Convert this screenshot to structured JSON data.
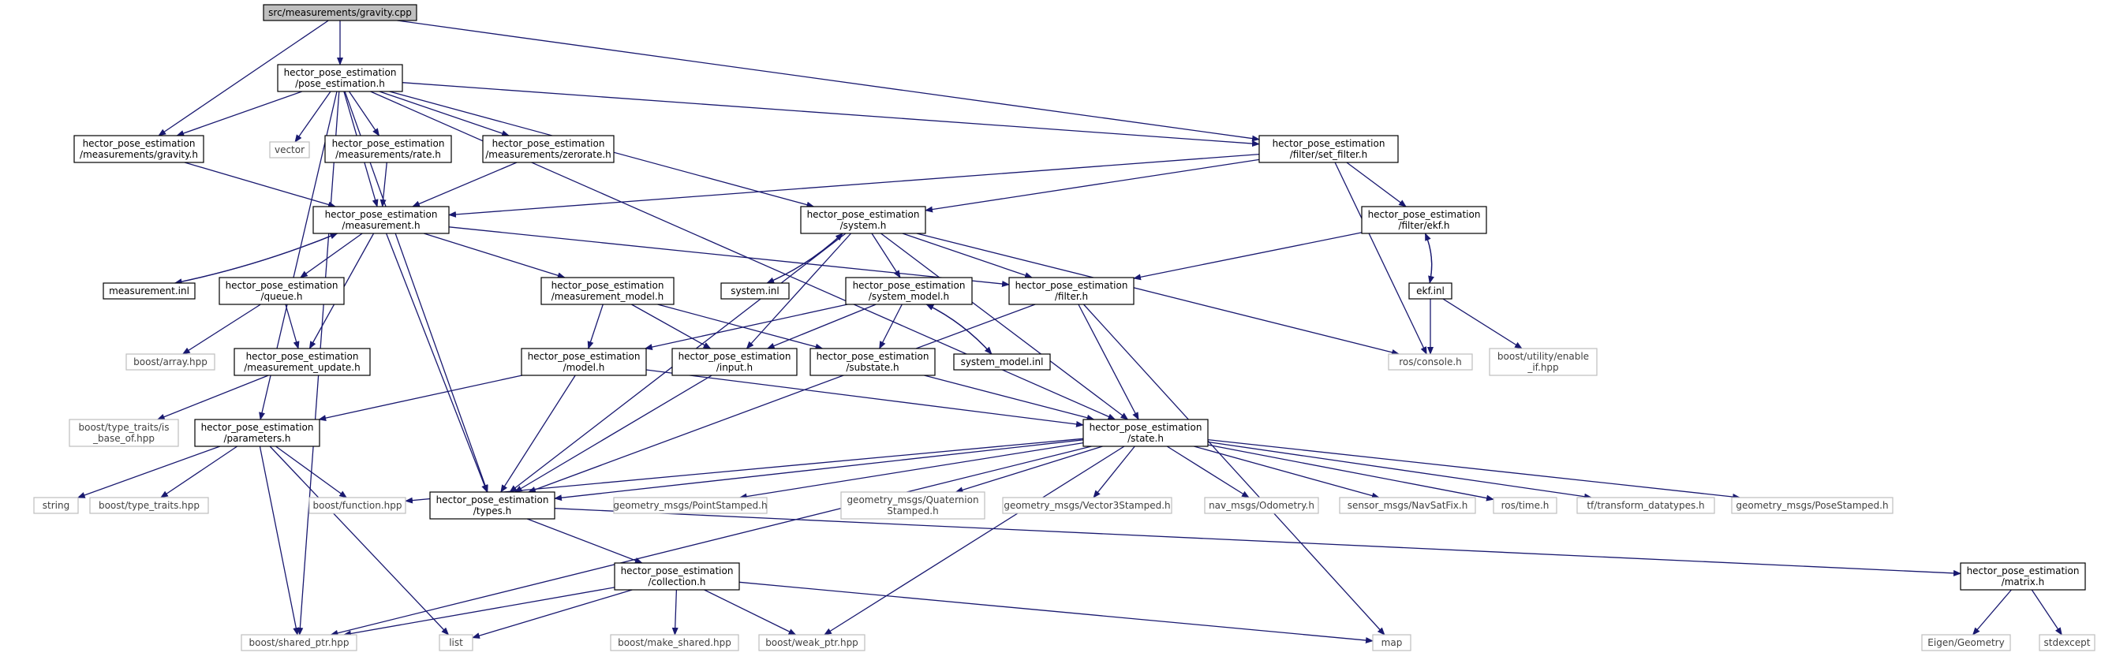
{
  "colors": {
    "edge": "#191970",
    "box_border": "#000000",
    "root_fill": "#bfbfbf",
    "ext_border": "#bfbfbf",
    "ext_text": "#404040",
    "text": "#000000"
  },
  "nodes": {
    "root": {
      "lines": [
        "src/measurements/gravity.cpp"
      ],
      "kind": "root"
    },
    "pose_estimation_h": {
      "lines": [
        "hector_pose_estimation",
        "/pose_estimation.h"
      ],
      "kind": "file"
    },
    "gravity_h": {
      "lines": [
        "hector_pose_estimation",
        "/measurements/gravity.h"
      ],
      "kind": "file"
    },
    "vector": {
      "lines": [
        "vector"
      ],
      "kind": "ext"
    },
    "rate_h": {
      "lines": [
        "hector_pose_estimation",
        "/measurements/rate.h"
      ],
      "kind": "file"
    },
    "zerorate_h": {
      "lines": [
        "hector_pose_estimation",
        "/measurements/zerorate.h"
      ],
      "kind": "file"
    },
    "set_filter_h": {
      "lines": [
        "hector_pose_estimation",
        "/filter/set_filter.h"
      ],
      "kind": "file"
    },
    "measurement_h": {
      "lines": [
        "hector_pose_estimation",
        "/measurement.h"
      ],
      "kind": "file"
    },
    "system_h": {
      "lines": [
        "hector_pose_estimation",
        "/system.h"
      ],
      "kind": "file"
    },
    "ekf_h": {
      "lines": [
        "hector_pose_estimation",
        "/filter/ekf.h"
      ],
      "kind": "file"
    },
    "measurement_inl": {
      "lines": [
        "measurement.inl"
      ],
      "kind": "file"
    },
    "queue_h": {
      "lines": [
        "hector_pose_estimation",
        "/queue.h"
      ],
      "kind": "file"
    },
    "measurement_model_h": {
      "lines": [
        "hector_pose_estimation",
        "/measurement_model.h"
      ],
      "kind": "file"
    },
    "system_inl": {
      "lines": [
        "system.inl"
      ],
      "kind": "file"
    },
    "system_model_h": {
      "lines": [
        "hector_pose_estimation",
        "/system_model.h"
      ],
      "kind": "file"
    },
    "filter_h": {
      "lines": [
        "hector_pose_estimation",
        "/filter.h"
      ],
      "kind": "file"
    },
    "ekf_inl": {
      "lines": [
        "ekf.inl"
      ],
      "kind": "file"
    },
    "boost_array": {
      "lines": [
        "boost/array.hpp"
      ],
      "kind": "ext"
    },
    "measurement_update_h": {
      "lines": [
        "hector_pose_estimation",
        "/measurement_update.h"
      ],
      "kind": "file"
    },
    "model_h": {
      "lines": [
        "hector_pose_estimation",
        "/model.h"
      ],
      "kind": "file"
    },
    "input_h": {
      "lines": [
        "hector_pose_estimation",
        "/input.h"
      ],
      "kind": "file"
    },
    "substate_h": {
      "lines": [
        "hector_pose_estimation",
        "/substate.h"
      ],
      "kind": "file"
    },
    "system_model_inl": {
      "lines": [
        "system_model.inl"
      ],
      "kind": "file"
    },
    "ros_console": {
      "lines": [
        "ros/console.h"
      ],
      "kind": "ext"
    },
    "enable_if": {
      "lines": [
        "boost/utility/enable",
        "_if.hpp"
      ],
      "kind": "ext"
    },
    "is_base_of": {
      "lines": [
        "boost/type_traits/is",
        "_base_of.hpp"
      ],
      "kind": "ext"
    },
    "parameters_h": {
      "lines": [
        "hector_pose_estimation",
        "/parameters.h"
      ],
      "kind": "file"
    },
    "state_h": {
      "lines": [
        "hector_pose_estimation",
        "/state.h"
      ],
      "kind": "file"
    },
    "string": {
      "lines": [
        "string"
      ],
      "kind": "ext"
    },
    "type_traits": {
      "lines": [
        "boost/type_traits.hpp"
      ],
      "kind": "ext"
    },
    "boost_function": {
      "lines": [
        "boost/function.hpp"
      ],
      "kind": "ext"
    },
    "types_h": {
      "lines": [
        "hector_pose_estimation",
        "/types.h"
      ],
      "kind": "file"
    },
    "point_stamped": {
      "lines": [
        "geometry_msgs/PointStamped.h"
      ],
      "kind": "ext"
    },
    "quaternion_stamped": {
      "lines": [
        "geometry_msgs/Quaternion",
        "Stamped.h"
      ],
      "kind": "ext"
    },
    "vector3_stamped": {
      "lines": [
        "geometry_msgs/Vector3Stamped.h"
      ],
      "kind": "ext"
    },
    "odometry": {
      "lines": [
        "nav_msgs/Odometry.h"
      ],
      "kind": "ext"
    },
    "navsatfix": {
      "lines": [
        "sensor_msgs/NavSatFix.h"
      ],
      "kind": "ext"
    },
    "ros_time": {
      "lines": [
        "ros/time.h"
      ],
      "kind": "ext"
    },
    "tf_datatypes": {
      "lines": [
        "tf/transform_datatypes.h"
      ],
      "kind": "ext"
    },
    "pose_stamped": {
      "lines": [
        "geometry_msgs/PoseStamped.h"
      ],
      "kind": "ext"
    },
    "collection_h": {
      "lines": [
        "hector_pose_estimation",
        "/collection.h"
      ],
      "kind": "file"
    },
    "matrix_h": {
      "lines": [
        "hector_pose_estimation",
        "/matrix.h"
      ],
      "kind": "file"
    },
    "shared_ptr": {
      "lines": [
        "boost/shared_ptr.hpp"
      ],
      "kind": "ext"
    },
    "list": {
      "lines": [
        "list"
      ],
      "kind": "ext"
    },
    "make_shared": {
      "lines": [
        "boost/make_shared.hpp"
      ],
      "kind": "ext"
    },
    "weak_ptr": {
      "lines": [
        "boost/weak_ptr.hpp"
      ],
      "kind": "ext"
    },
    "map": {
      "lines": [
        "map"
      ],
      "kind": "ext"
    },
    "eigen_geometry": {
      "lines": [
        "Eigen/Geometry"
      ],
      "kind": "ext"
    },
    "stdexcept": {
      "lines": [
        "stdexcept"
      ],
      "kind": "ext"
    }
  },
  "edges": [
    [
      "root",
      "pose_estimation_h"
    ],
    [
      "root",
      "gravity_h"
    ],
    [
      "root",
      "set_filter_h"
    ],
    [
      "pose_estimation_h",
      "gravity_h"
    ],
    [
      "pose_estimation_h",
      "vector"
    ],
    [
      "pose_estimation_h",
      "rate_h"
    ],
    [
      "pose_estimation_h",
      "zerorate_h"
    ],
    [
      "pose_estimation_h",
      "set_filter_h"
    ],
    [
      "pose_estimation_h",
      "measurement_h"
    ],
    [
      "pose_estimation_h",
      "system_h"
    ],
    [
      "pose_estimation_h",
      "parameters_h"
    ],
    [
      "pose_estimation_h",
      "types_h"
    ],
    [
      "pose_estimation_h",
      "state_h"
    ],
    [
      "pose_estimation_h",
      "shared_ptr"
    ],
    [
      "gravity_h",
      "measurement_h"
    ],
    [
      "rate_h",
      "measurement_h"
    ],
    [
      "zerorate_h",
      "measurement_h"
    ],
    [
      "set_filter_h",
      "measurement_h"
    ],
    [
      "set_filter_h",
      "system_h"
    ],
    [
      "set_filter_h",
      "ekf_h"
    ],
    [
      "set_filter_h",
      "ros_console"
    ],
    [
      "measurement_h",
      "measurement_inl"
    ],
    [
      "measurement_inl",
      "measurement_h"
    ],
    [
      "measurement_h",
      "queue_h"
    ],
    [
      "measurement_h",
      "measurement_update_h"
    ],
    [
      "measurement_h",
      "measurement_model_h"
    ],
    [
      "measurement_h",
      "filter_h"
    ],
    [
      "measurement_h",
      "types_h"
    ],
    [
      "system_h",
      "system_inl"
    ],
    [
      "system_inl",
      "system_h"
    ],
    [
      "system_h",
      "system_model_h"
    ],
    [
      "system_h",
      "filter_h"
    ],
    [
      "system_h",
      "input_h"
    ],
    [
      "system_h",
      "state_h"
    ],
    [
      "system_h",
      "types_h"
    ],
    [
      "system_h",
      "ros_console"
    ],
    [
      "ekf_h",
      "ekf_inl"
    ],
    [
      "ekf_inl",
      "ekf_h"
    ],
    [
      "ekf_h",
      "filter_h"
    ],
    [
      "ekf_inl",
      "ros_console"
    ],
    [
      "ekf_inl",
      "enable_if"
    ],
    [
      "queue_h",
      "boost_array"
    ],
    [
      "queue_h",
      "measurement_update_h"
    ],
    [
      "measurement_update_h",
      "is_base_of"
    ],
    [
      "measurement_model_h",
      "model_h"
    ],
    [
      "measurement_model_h",
      "input_h"
    ],
    [
      "measurement_model_h",
      "substate_h"
    ],
    [
      "system_model_h",
      "model_h"
    ],
    [
      "system_model_h",
      "input_h"
    ],
    [
      "system_model_h",
      "substate_h"
    ],
    [
      "system_model_h",
      "system_model_inl"
    ],
    [
      "system_model_inl",
      "system_model_h"
    ],
    [
      "filter_h",
      "state_h"
    ],
    [
      "filter_h",
      "types_h"
    ],
    [
      "filter_h",
      "map"
    ],
    [
      "model_h",
      "parameters_h"
    ],
    [
      "model_h",
      "state_h"
    ],
    [
      "model_h",
      "types_h"
    ],
    [
      "input_h",
      "types_h"
    ],
    [
      "substate_h",
      "state_h"
    ],
    [
      "parameters_h",
      "string"
    ],
    [
      "parameters_h",
      "type_traits"
    ],
    [
      "parameters_h",
      "boost_function"
    ],
    [
      "parameters_h",
      "shared_ptr"
    ],
    [
      "parameters_h",
      "list"
    ],
    [
      "state_h",
      "types_h"
    ],
    [
      "state_h",
      "boost_function"
    ],
    [
      "state_h",
      "point_stamped"
    ],
    [
      "state_h",
      "quaternion_stamped"
    ],
    [
      "state_h",
      "vector3_stamped"
    ],
    [
      "state_h",
      "odometry"
    ],
    [
      "state_h",
      "navsatfix"
    ],
    [
      "state_h",
      "ros_time"
    ],
    [
      "state_h",
      "tf_datatypes"
    ],
    [
      "state_h",
      "pose_stamped"
    ],
    [
      "state_h",
      "shared_ptr"
    ],
    [
      "state_h",
      "weak_ptr"
    ],
    [
      "types_h",
      "collection_h"
    ],
    [
      "types_h",
      "matrix_h"
    ],
    [
      "collection_h",
      "shared_ptr"
    ],
    [
      "collection_h",
      "list"
    ],
    [
      "collection_h",
      "make_shared"
    ],
    [
      "collection_h",
      "weak_ptr"
    ],
    [
      "collection_h",
      "map"
    ],
    [
      "matrix_h",
      "eigen_geometry"
    ],
    [
      "matrix_h",
      "stdexcept"
    ]
  ]
}
